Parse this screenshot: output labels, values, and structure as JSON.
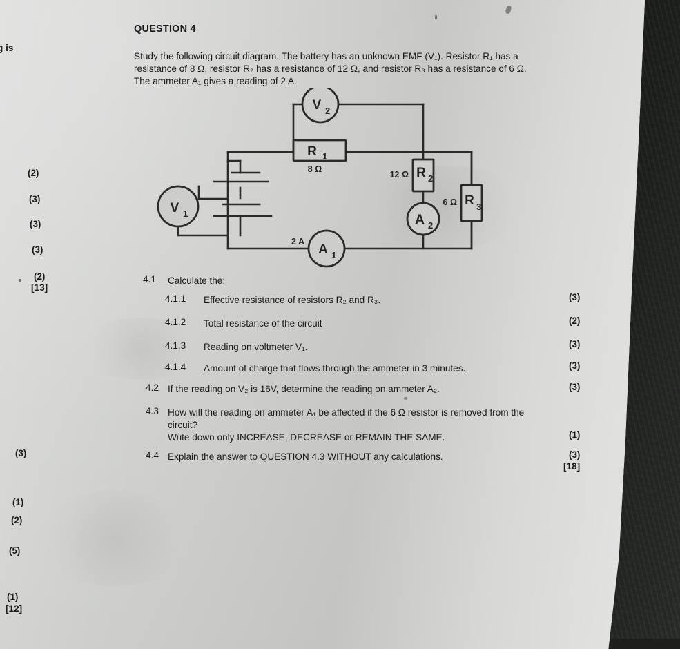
{
  "document": {
    "question_heading": "QUESTION 4",
    "intro_lines": [
      "Study the following circuit diagram. The battery has an unknown EMF (V₁). Resistor R₁ has a",
      "resistance of 8 Ω, resistor R₂ has a resistance of 12 Ω, and resistor R₃ has a resistance of 6 Ω.",
      "The ammeter A₁ gives a reading of 2 A."
    ],
    "questions": [
      {
        "number": "4.1",
        "text": "Calculate the:",
        "marks": ""
      },
      {
        "number": "4.1.1",
        "text": "Effective resistance of resistors R₂ and R₃.",
        "marks": "(3)"
      },
      {
        "number": "4.1.2",
        "text": "Total resistance of the circuit",
        "marks": "(2)"
      },
      {
        "number": "4.1.3",
        "text": "Reading on voltmeter V₁.",
        "marks": "(3)"
      },
      {
        "number": "4.1.4",
        "text": "Amount of charge that flows through the ammeter in 3 minutes.",
        "marks": "(3)"
      },
      {
        "number": "4.2",
        "text": "If the reading on V₂ is 16V, determine the reading on ammeter A₂.",
        "marks": "(3)"
      },
      {
        "number": "4.3",
        "text": "How will the reading on ammeter A₁ be affected if the 6 Ω resistor is removed from the",
        "marks": ""
      },
      {
        "number": "",
        "text": "circuit?",
        "marks": ""
      },
      {
        "number": "",
        "text": "Write down only INCREASE, DECREASE or REMAIN THE SAME.",
        "marks": "(1)"
      },
      {
        "number": "4.4",
        "text": "Explain the answer to QUESTION 4.3 WITHOUT any calculations.",
        "marks": "(3)"
      }
    ],
    "section_total": "[18]"
  },
  "left_margin": {
    "cut_off_fragment": "g is",
    "upper_marks": [
      "(2)",
      "(3)",
      "(3)",
      "(3)",
      "(2)"
    ],
    "upper_total": "[13]",
    "mid_mark": "(3)",
    "lower_marks": [
      "(1)",
      "(2)",
      "(5)",
      "(1)"
    ],
    "lower_total": "[12]"
  },
  "circuit": {
    "components": [
      {
        "name": "voltmeter-v1",
        "label": "V",
        "sub": "1",
        "value": ""
      },
      {
        "name": "voltmeter-v2",
        "label": "V",
        "sub": "2",
        "value": ""
      },
      {
        "name": "ammeter-a1",
        "label": "A",
        "sub": "1",
        "value": "2 A"
      },
      {
        "name": "ammeter-a2",
        "label": "A",
        "sub": "2",
        "value": ""
      },
      {
        "name": "resistor-r1",
        "label": "R",
        "sub": "1",
        "value": "8 Ω"
      },
      {
        "name": "resistor-r2",
        "label": "R",
        "sub": "2",
        "value": "12 Ω"
      },
      {
        "name": "resistor-r3",
        "label": "R",
        "sub": "3",
        "value": "6 Ω"
      },
      {
        "name": "battery",
        "label": "",
        "sub": "",
        "value": ""
      }
    ],
    "labels": {
      "v1": "V",
      "v1_sub": "1",
      "v2": "V",
      "v2_sub": "2",
      "a1": "A",
      "a1_sub": "1",
      "a2": "A",
      "a2_sub": "2",
      "r1": "R",
      "r1_sub": "1",
      "r1_val": "8 Ω",
      "r2": "R",
      "r2_sub": "2",
      "r2_val": "12 Ω",
      "r3": "R",
      "r3_sub": "3",
      "r3_val": "6 Ω",
      "a1_reading": "2 A"
    }
  },
  "colors": {
    "paper": "#cfd0ce",
    "ink": "#1a1a1a",
    "desk": "#2a2d2a"
  }
}
